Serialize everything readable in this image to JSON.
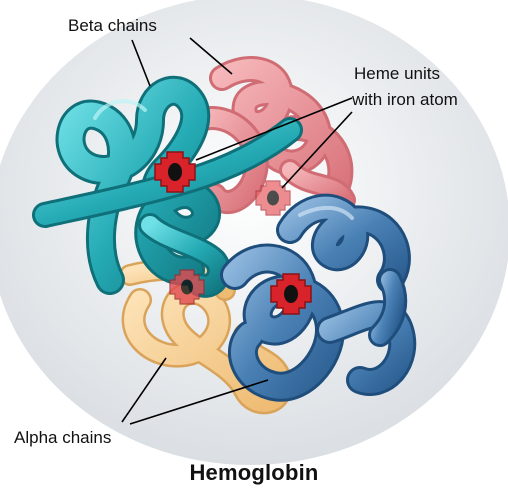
{
  "title": "Hemoglobin",
  "labels": {
    "beta": "Beta chains",
    "heme_line1": "Heme units",
    "heme_line2": "with iron atom",
    "alpha": "Alpha chains"
  },
  "colors": {
    "background_gradient": [
      "#ffffff",
      "#d9dde2"
    ],
    "beta_chain_teal": "#2bb3bc",
    "beta_chain_pink": "#e68a8f",
    "alpha_chain_blue": "#4f86b9",
    "alpha_chain_yellow": "#f4c98a",
    "heme": "#d8232a",
    "iron_atom": "#111111",
    "leader_lines": "#000000"
  }
}
